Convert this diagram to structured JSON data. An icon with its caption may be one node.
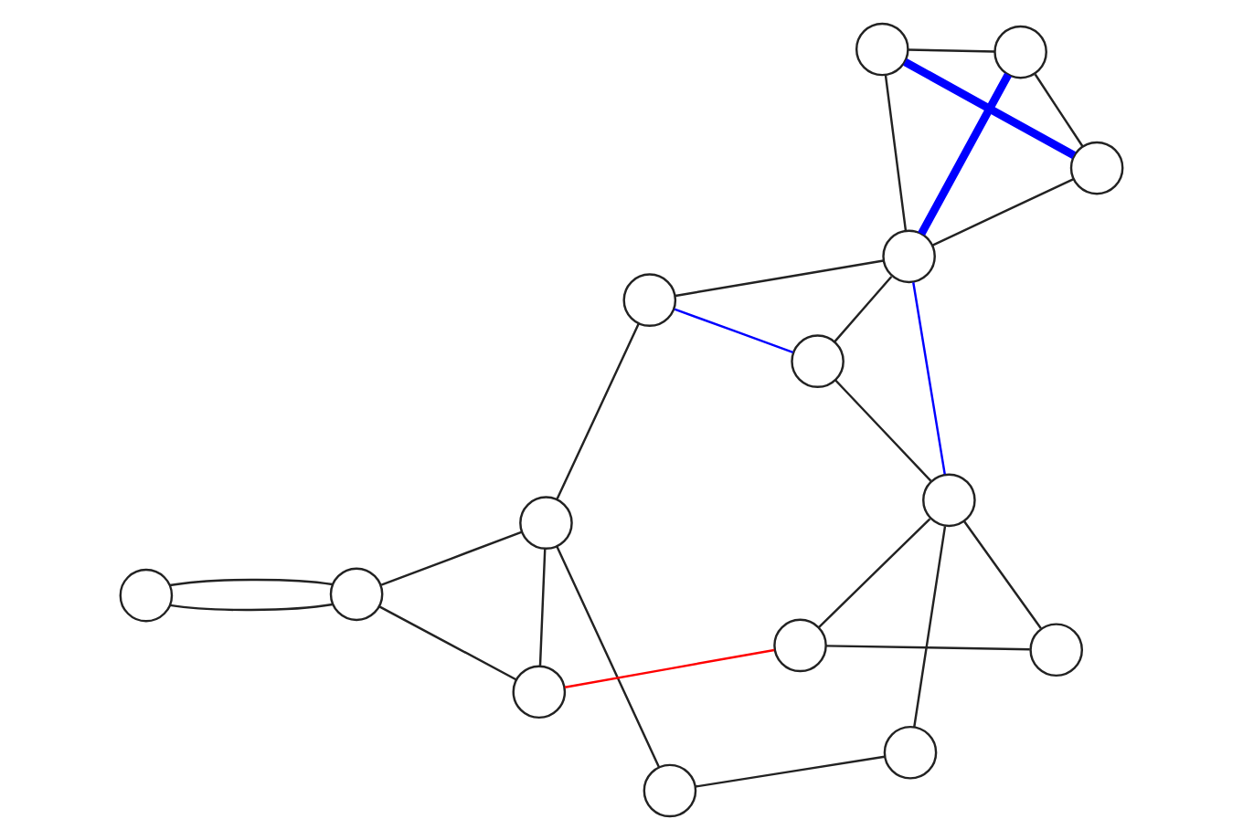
{
  "diagram": {
    "nodes": [
      {
        "text": [],
        "shape": "circle"
      },
      {
        "text": [],
        "shape": "circle"
      },
      {
        "text": [],
        "shape": "circle"
      },
      {
        "text": [],
        "shape": "circle"
      },
      {
        "text": [],
        "shape": "circle"
      },
      {
        "text": [],
        "shape": "circle"
      },
      {
        "text": [],
        "shape": "circle"
      },
      {
        "text": [],
        "shape": "circle"
      },
      {
        "text": [],
        "shape": "circle"
      },
      {
        "text": [],
        "shape": "circle"
      },
      {
        "text": [],
        "shape": "circle"
      },
      {
        "text": [],
        "shape": "circle"
      },
      {
        "text": [],
        "shape": "circle"
      },
      {
        "text": [],
        "shape": "circle"
      },
      {
        "text": [],
        "shape": "circle"
      }
    ],
    "edges": [
      {
        "from": 0,
        "to": 1,
        "arrow": "none"
      },
      {
        "from": 1,
        "to": 3,
        "arrow": "none"
      },
      {
        "from": 3,
        "to": 0,
        "arrow": "none"
      },
      {
        "from": 1,
        "to": 5,
        "arrow": "none"
      },
      {
        "from": 1,
        "to": 5,
        "arrow": "none"
      },
      {
        "from": 4,
        "to": 2,
        "arrow": "none"
      },
      {
        "from": 2,
        "to": 3,
        "arrow": "none"
      },
      {
        "from": 3,
        "to": 6,
        "arrow": "none"
      },
      {
        "from": 6,
        "to": 9,
        "arrow": "none"
      },
      {
        "from": 9,
        "to": 10,
        "arrow": "none"
      },
      {
        "from": 10,
        "to": 8,
        "arrow": "none"
      },
      {
        "from": 8,
        "to": 4,
        "arrow": "none"
      },
      {
        "from": 7,
        "to": 8,
        "arrow": "none"
      },
      {
        "from": 8,
        "to": 12,
        "arrow": "none"
      },
      {
        "from": 12,
        "to": 7,
        "arrow": "none"
      },
      {
        "from": 9,
        "to": 11,
        "arrow": "none"
      },
      {
        "from": 11,
        "to": 14,
        "arrow": "none"
      },
      {
        "from": 14,
        "to": 13,
        "arrow": "none"
      },
      {
        "from": 13,
        "to": 9,
        "arrow": "none"
      },
      {
        "from": 9,
        "to": 14,
        "arrow": "none",
        "style": "thick",
        "color": "#0000ff"
      },
      {
        "from": 13,
        "to": 11,
        "arrow": "none",
        "style": "thick",
        "color": "#0000ff"
      },
      {
        "from": 8,
        "to": 9,
        "arrow": "none",
        "color": "#0000ff"
      },
      {
        "from": 10,
        "to": 6,
        "arrow": "none",
        "color": "#0000ff"
      },
      {
        "from": 7,
        "to": 0,
        "arrow": "none",
        "color": "#ff0000"
      }
    ]
  }
}
